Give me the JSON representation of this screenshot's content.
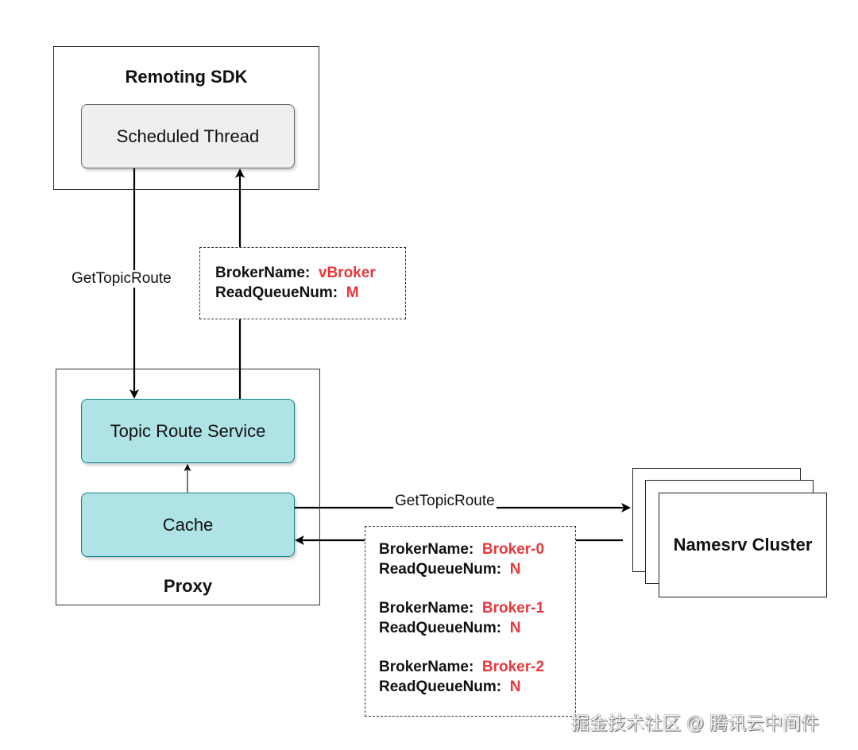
{
  "remoting_sdk": {
    "title": "Remoting SDK",
    "scheduled_thread": "Scheduled Thread"
  },
  "proxy": {
    "title": "Proxy",
    "topic_route_service": "Topic Route Service",
    "cache": "Cache"
  },
  "namesrv": {
    "title": "Namesrv Cluster"
  },
  "edges": {
    "sdk_to_proxy_label": "GetTopicRoute",
    "cache_to_namesrv_label": "GetTopicRoute"
  },
  "virtual_route": {
    "broker_name_key": "BrokerName:",
    "broker_name_value": "vBroker",
    "read_queue_key": "ReadQueueNum:",
    "read_queue_value": "M"
  },
  "real_routes": [
    {
      "broker_name_key": "BrokerName:",
      "broker_name_value": "Broker-0",
      "read_queue_key": "ReadQueueNum:",
      "read_queue_value": "N"
    },
    {
      "broker_name_key": "BrokerName:",
      "broker_name_value": "Broker-1",
      "read_queue_key": "ReadQueueNum:",
      "read_queue_value": "N"
    },
    {
      "broker_name_key": "BrokerName:",
      "broker_name_value": "Broker-2",
      "read_queue_key": "ReadQueueNum:",
      "read_queue_value": "N"
    }
  ],
  "colors": {
    "highlight_value": "#e8373b",
    "teal_fill": "#b0e3e6",
    "teal_stroke": "#0e8088",
    "gray_fill": "#efefef"
  },
  "watermark": "掘金技术社区 @ 腾讯云中间件"
}
